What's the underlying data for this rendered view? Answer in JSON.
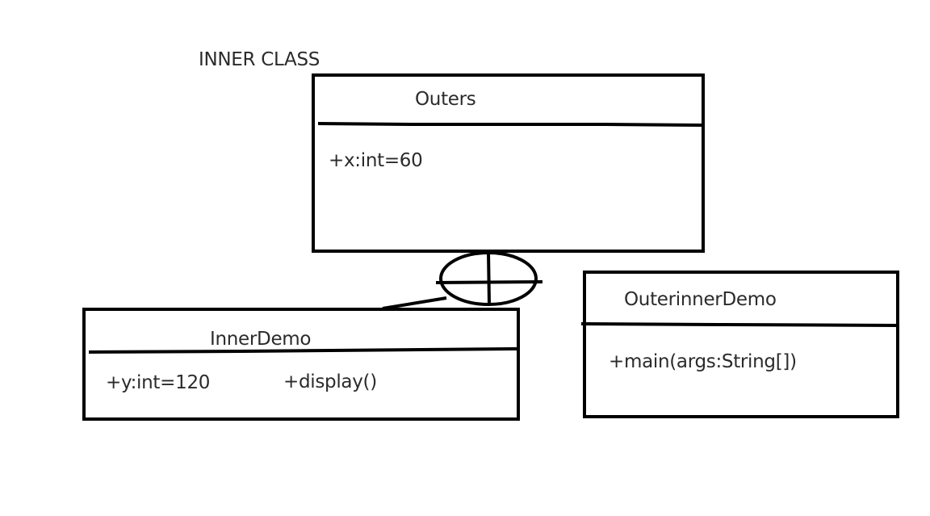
{
  "diagram": {
    "title": "INNER CLASS",
    "classes": {
      "outers": {
        "name": "Outers",
        "attribute": "+x:int=60"
      },
      "inner_demo": {
        "name": "InnerDemo",
        "attribute": "+y:int=120",
        "method": "+display()"
      },
      "outer_inner_demo": {
        "name": "OuterinnerDemo",
        "method": "+main(args:String[])"
      }
    },
    "relationship": "nesting",
    "colors": {
      "stroke": "#000000",
      "text": "#2b2b2b",
      "background": "#ffffff"
    }
  }
}
